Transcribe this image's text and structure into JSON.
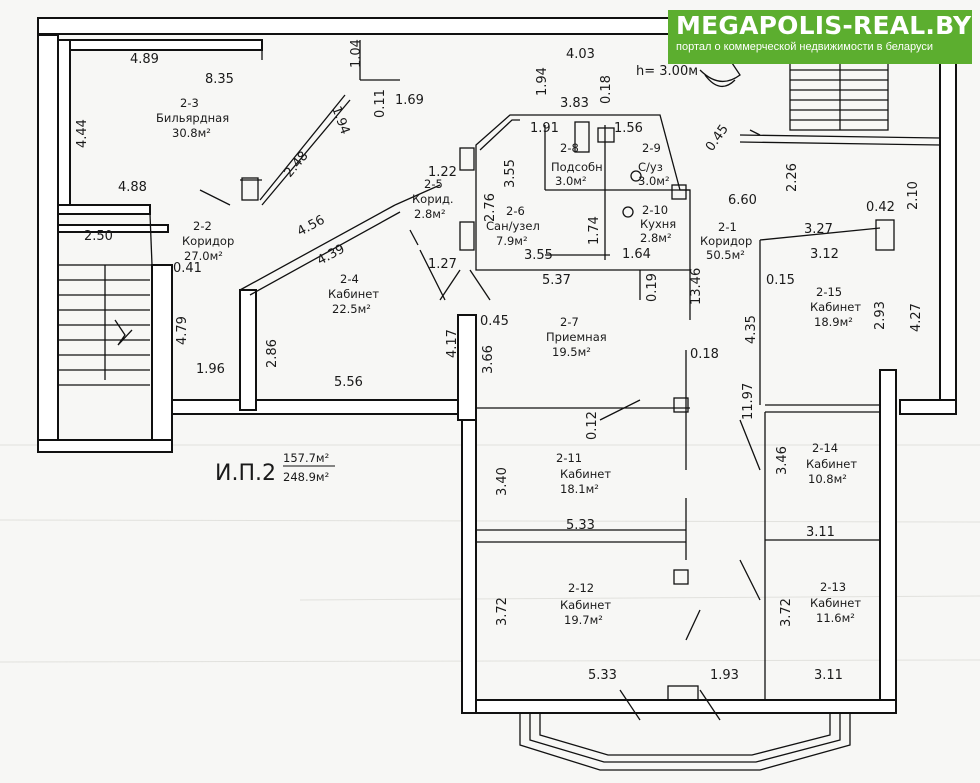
{
  "banner": {
    "brand": "MEGAPOLIS-REAL.BY",
    "tagline": "портал о коммерческой недвижимости в беларуси"
  },
  "ceiling_height": "h=  3.00м",
  "summary": {
    "label": "И.П.2",
    "area_1": "157.7м²",
    "area_2": "248.9м²"
  },
  "rooms": [
    {
      "id": "2-1",
      "name": "Коридор",
      "area": "50.5м²"
    },
    {
      "id": "2-2",
      "name": "Коридор",
      "area": "27.0м²"
    },
    {
      "id": "2-3",
      "name": "Бильярдная",
      "area": "30.8м²"
    },
    {
      "id": "2-4",
      "name": "Кабинет",
      "area": "22.5м²"
    },
    {
      "id": "2-5",
      "name": "Корид.",
      "area": "2.8м²"
    },
    {
      "id": "2-6",
      "name": "Сан/узел",
      "area": "7.9м²"
    },
    {
      "id": "2-7",
      "name": "Приемная",
      "area": "19.5м²"
    },
    {
      "id": "2-8",
      "name": "Подсобн",
      "area": "3.0м²"
    },
    {
      "id": "2-9",
      "name": "С/уз",
      "area": "3.0м²"
    },
    {
      "id": "2-10",
      "name": "Кухня",
      "area": "2.8м²"
    },
    {
      "id": "2-11",
      "name": "Кабинет",
      "area": "18.1м²"
    },
    {
      "id": "2-12",
      "name": "Кабинет",
      "area": "19.7м²"
    },
    {
      "id": "2-13",
      "name": "Кабинет",
      "area": "11.6м²"
    },
    {
      "id": "2-14",
      "name": "Кабинет",
      "area": "10.8м²"
    },
    {
      "id": "2-15",
      "name": "Кабинет",
      "area": "18.9м²"
    }
  ],
  "dimensions": [
    "4.89",
    "8.35",
    "1.04",
    "4.03",
    "1.94",
    "4.44",
    "0.11",
    "1.69",
    "1.94",
    "3.83",
    "0.18",
    "4.88",
    "1.91",
    "1.56",
    "0.45",
    "2.48",
    "1.22",
    "3.55",
    "2.26",
    "0.42",
    "2.10",
    "2.76",
    "1.74",
    "6.60",
    "4.56",
    "2.50",
    "0.41",
    "3.27",
    "3.12",
    "1.27",
    "4.39",
    "3.55",
    "1.64",
    "5.37",
    "0.15",
    "4.79",
    "0.19",
    "13.46",
    "2.93",
    "4.27",
    "0.45",
    "4.35",
    "2.86",
    "4.17",
    "3.66",
    "0.18",
    "1.96",
    "5.56",
    "11.97",
    "0.12",
    "3.40",
    "3.46",
    "5.33",
    "3.11",
    "3.72",
    "3.72",
    "5.33",
    "1.93",
    "3.11"
  ]
}
